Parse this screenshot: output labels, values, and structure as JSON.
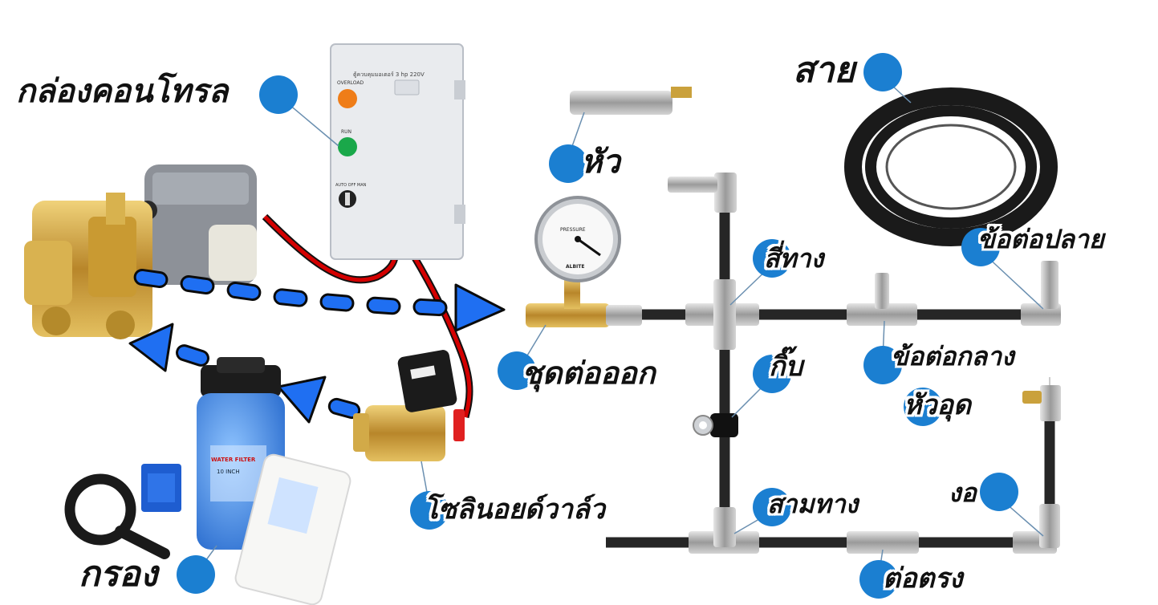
{
  "labels": {
    "control_box": "กล่องคอนโทรล",
    "nozzle": "หัว",
    "hose": "สาย",
    "cross": "สี่ทาง",
    "end_connector": "ข้อต่อปลาย",
    "outlet_set": "ชุดต่อออก",
    "clamp": "กิ๊บ",
    "middle_connector": "ข้อต่อกลาง",
    "plug": "หัวอุด",
    "solenoid_valve": "โซลินอยด์วาล์ว",
    "tee": "สามทาง",
    "elbow": "งอ",
    "filter": "กรอง",
    "straight_connector": "ต่อตรง"
  },
  "control_box_panel": {
    "title": "ตู้ควบคุมมอเตอร์ 3 hp 220V",
    "overload": "OVERLOAD",
    "run": "RUN",
    "selector": "AUTO OFF MAN"
  },
  "gauge": {
    "face": "PRESSURE",
    "brand": "ALBITE"
  },
  "filter_body": {
    "brand": "WATER FILTER",
    "text": "10 INCH"
  },
  "colors": {
    "dot": "#1b7fd1",
    "flow_arrow": "#1f6ff2",
    "pipe": "#262626",
    "wire_red": "#d40000",
    "brass": "#c9a13a",
    "filter_blue": "#2b7de0"
  }
}
